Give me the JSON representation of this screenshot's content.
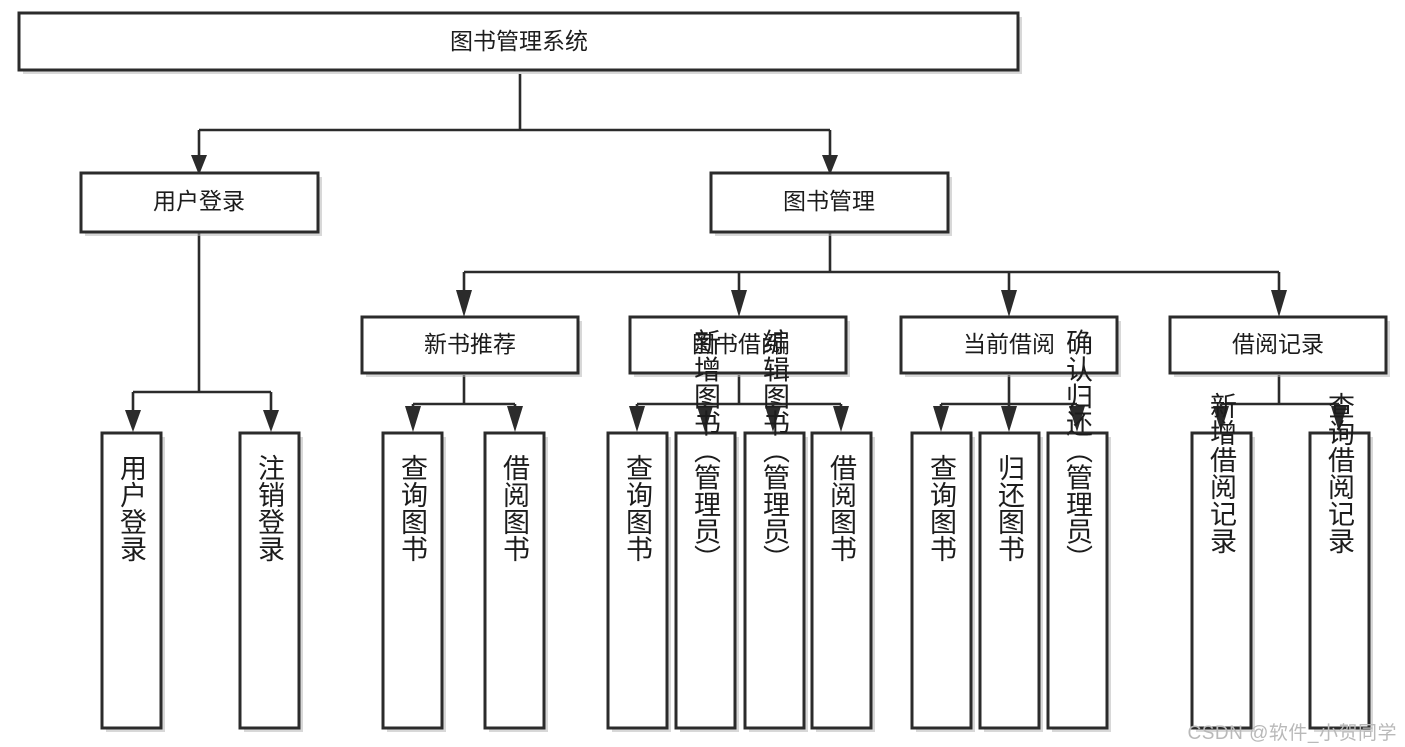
{
  "diagram": {
    "type": "tree-hierarchy-flowchart",
    "title": "图书管理系统",
    "background_color": "#ffffff",
    "box_stroke_color": "#2b2b2b",
    "box_fill_color": "#ffffff",
    "text_color": "#1c1c1c",
    "levels": [
      {
        "level": 1,
        "nodes": [
          {
            "id": "root",
            "label": "图书管理系统",
            "orientation": "horizontal"
          }
        ]
      },
      {
        "level": 2,
        "nodes": [
          {
            "id": "user-login",
            "label": "用户登录",
            "orientation": "horizontal",
            "parent": "root"
          },
          {
            "id": "book-manage",
            "label": "图书管理",
            "orientation": "horizontal",
            "parent": "root"
          }
        ]
      },
      {
        "level": 3,
        "nodes": [
          {
            "id": "new-book-rec",
            "label": "新书推荐",
            "orientation": "horizontal",
            "parent": "book-manage"
          },
          {
            "id": "book-borrow",
            "label": "图书借阅",
            "orientation": "horizontal",
            "parent": "book-manage"
          },
          {
            "id": "current-borrow",
            "label": "当前借阅",
            "orientation": "horizontal",
            "parent": "book-manage"
          },
          {
            "id": "borrow-record",
            "label": "借阅记录",
            "orientation": "horizontal",
            "parent": "book-manage"
          }
        ]
      },
      {
        "level": 4,
        "nodes": [
          {
            "id": "leaf-user-login",
            "label": "用户登录",
            "orientation": "vertical",
            "parent": "user-login"
          },
          {
            "id": "leaf-user-logout",
            "label": "注销登录",
            "orientation": "vertical",
            "parent": "user-login"
          },
          {
            "id": "leaf-query-book-1",
            "label": "查询图书",
            "orientation": "vertical",
            "parent": "new-book-rec"
          },
          {
            "id": "leaf-borrow-book-1",
            "label": "借阅图书",
            "orientation": "vertical",
            "parent": "new-book-rec"
          },
          {
            "id": "leaf-query-book-2",
            "label": "查询图书",
            "orientation": "vertical",
            "parent": "book-borrow"
          },
          {
            "id": "leaf-add-book",
            "label": "新增图书（管理员）",
            "orientation": "vertical",
            "parent": "book-borrow"
          },
          {
            "id": "leaf-edit-book",
            "label": "编辑图书（管理员）",
            "orientation": "vertical",
            "parent": "book-borrow"
          },
          {
            "id": "leaf-borrow-book-2",
            "label": "借阅图书",
            "orientation": "vertical",
            "parent": "book-borrow"
          },
          {
            "id": "leaf-query-book-3",
            "label": "查询图书",
            "orientation": "vertical",
            "parent": "current-borrow"
          },
          {
            "id": "leaf-return-book",
            "label": "归还图书",
            "orientation": "vertical",
            "parent": "current-borrow"
          },
          {
            "id": "leaf-confirm-return",
            "label": "确认归还（管理员）",
            "orientation": "vertical",
            "parent": "current-borrow"
          },
          {
            "id": "leaf-add-record",
            "label": "新增借阅记录",
            "orientation": "vertical",
            "parent": "borrow-record"
          },
          {
            "id": "leaf-query-record",
            "label": "查询借阅记录",
            "orientation": "vertical",
            "parent": "borrow-record"
          }
        ]
      }
    ]
  },
  "watermark": {
    "text": "CSDN @软件_小贺同学",
    "color": "#b9b9b9"
  }
}
